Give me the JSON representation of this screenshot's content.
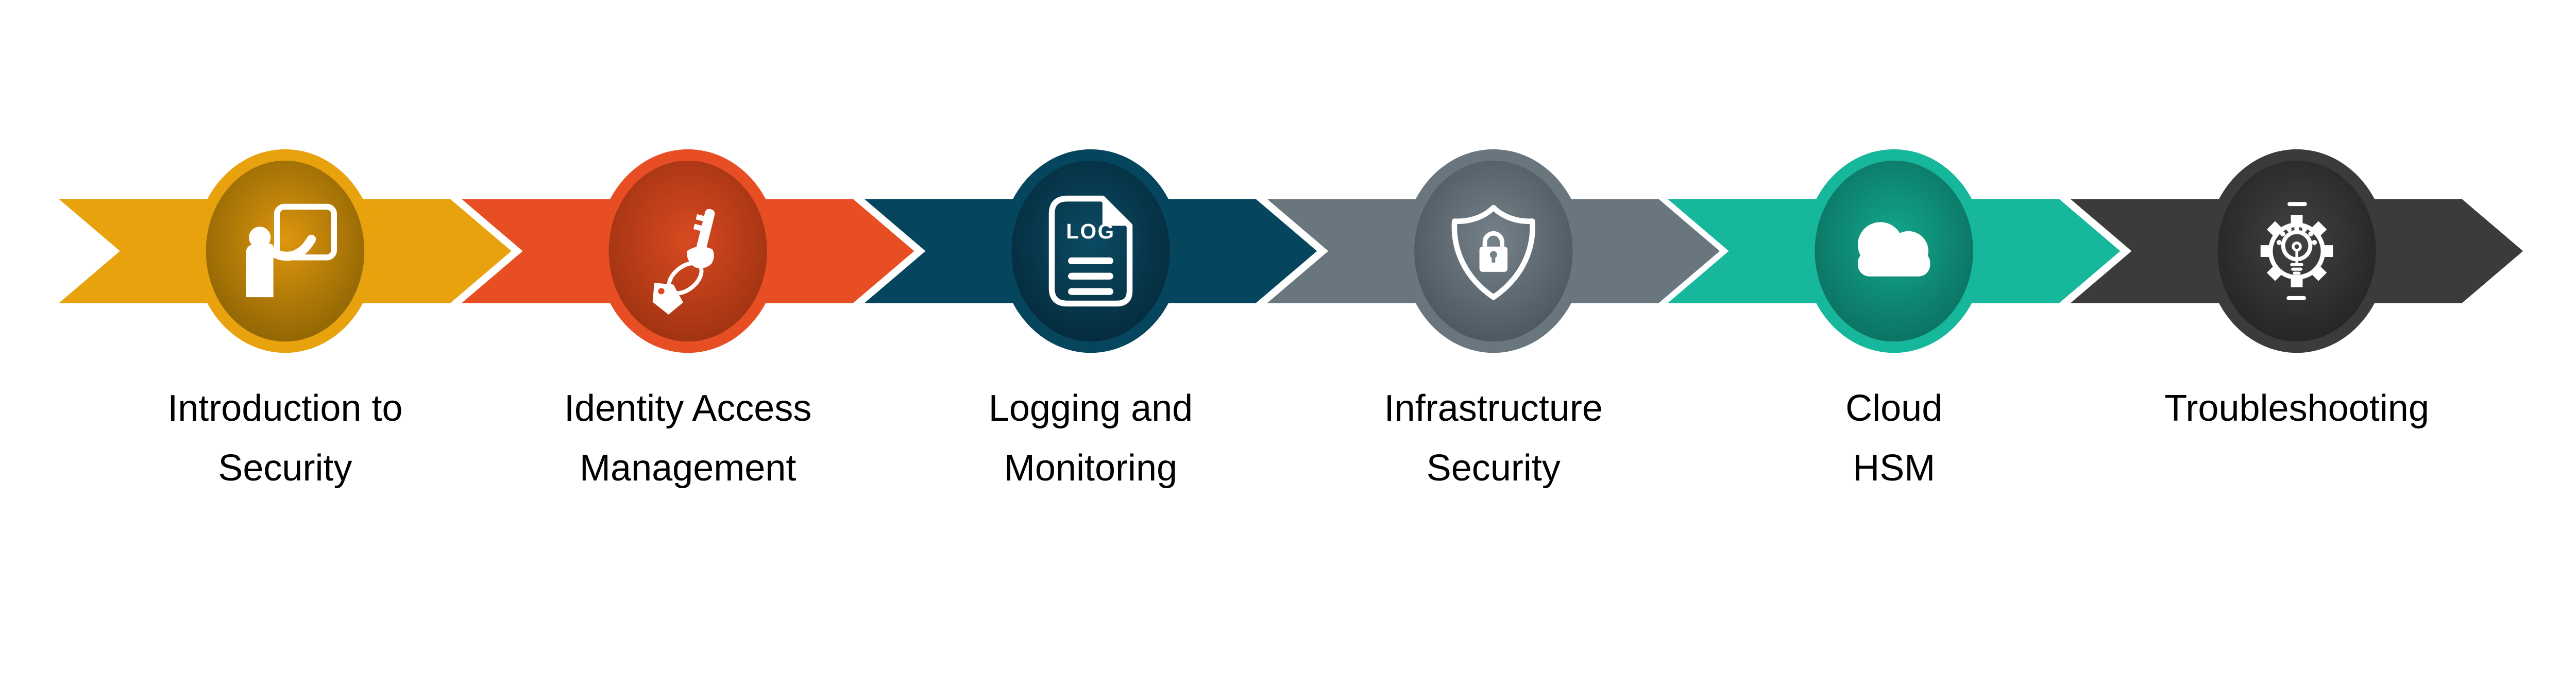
{
  "diagram": {
    "background": "#FFFFFF",
    "text_color": "#000000",
    "icon_color": "#FFFFFF",
    "steps": [
      {
        "icon": "presenter-icon",
        "label_line1": "Introduction to",
        "label_line2": "Security",
        "band_color": "#E8A20D",
        "inner_center": "#DE960E",
        "inner_edge": "#8A6203"
      },
      {
        "icon": "key-access-icon",
        "label_line1": "Identity Access",
        "label_line2": "Management",
        "band_color": "#E74E24",
        "inner_center": "#D94A21",
        "inner_edge": "#9C3110"
      },
      {
        "icon": "log-document-icon",
        "icon_text": "LOG",
        "label_line1": "Logging and",
        "label_line2": "Monitoring",
        "band_color": "#05465E",
        "inner_center": "#0B4B64",
        "inner_edge": "#04293A"
      },
      {
        "icon": "shield-lock-icon",
        "label_line1": "Infrastructure",
        "label_line2": "Security",
        "band_color": "#6A767E",
        "inner_center": "#76828A",
        "inner_edge": "#4A545C"
      },
      {
        "icon": "cloud-icon",
        "label_line1": "Cloud",
        "label_line2": "HSM",
        "band_color": "#16B79A",
        "inner_center": "#12A88C",
        "inner_edge": "#0B6E5F"
      },
      {
        "icon": "gear-lightbulb-icon",
        "label_line1": "Troubleshooting",
        "label_line2": "",
        "band_color": "#3B3B3B",
        "inner_center": "#424242",
        "inner_edge": "#232323"
      }
    ]
  }
}
